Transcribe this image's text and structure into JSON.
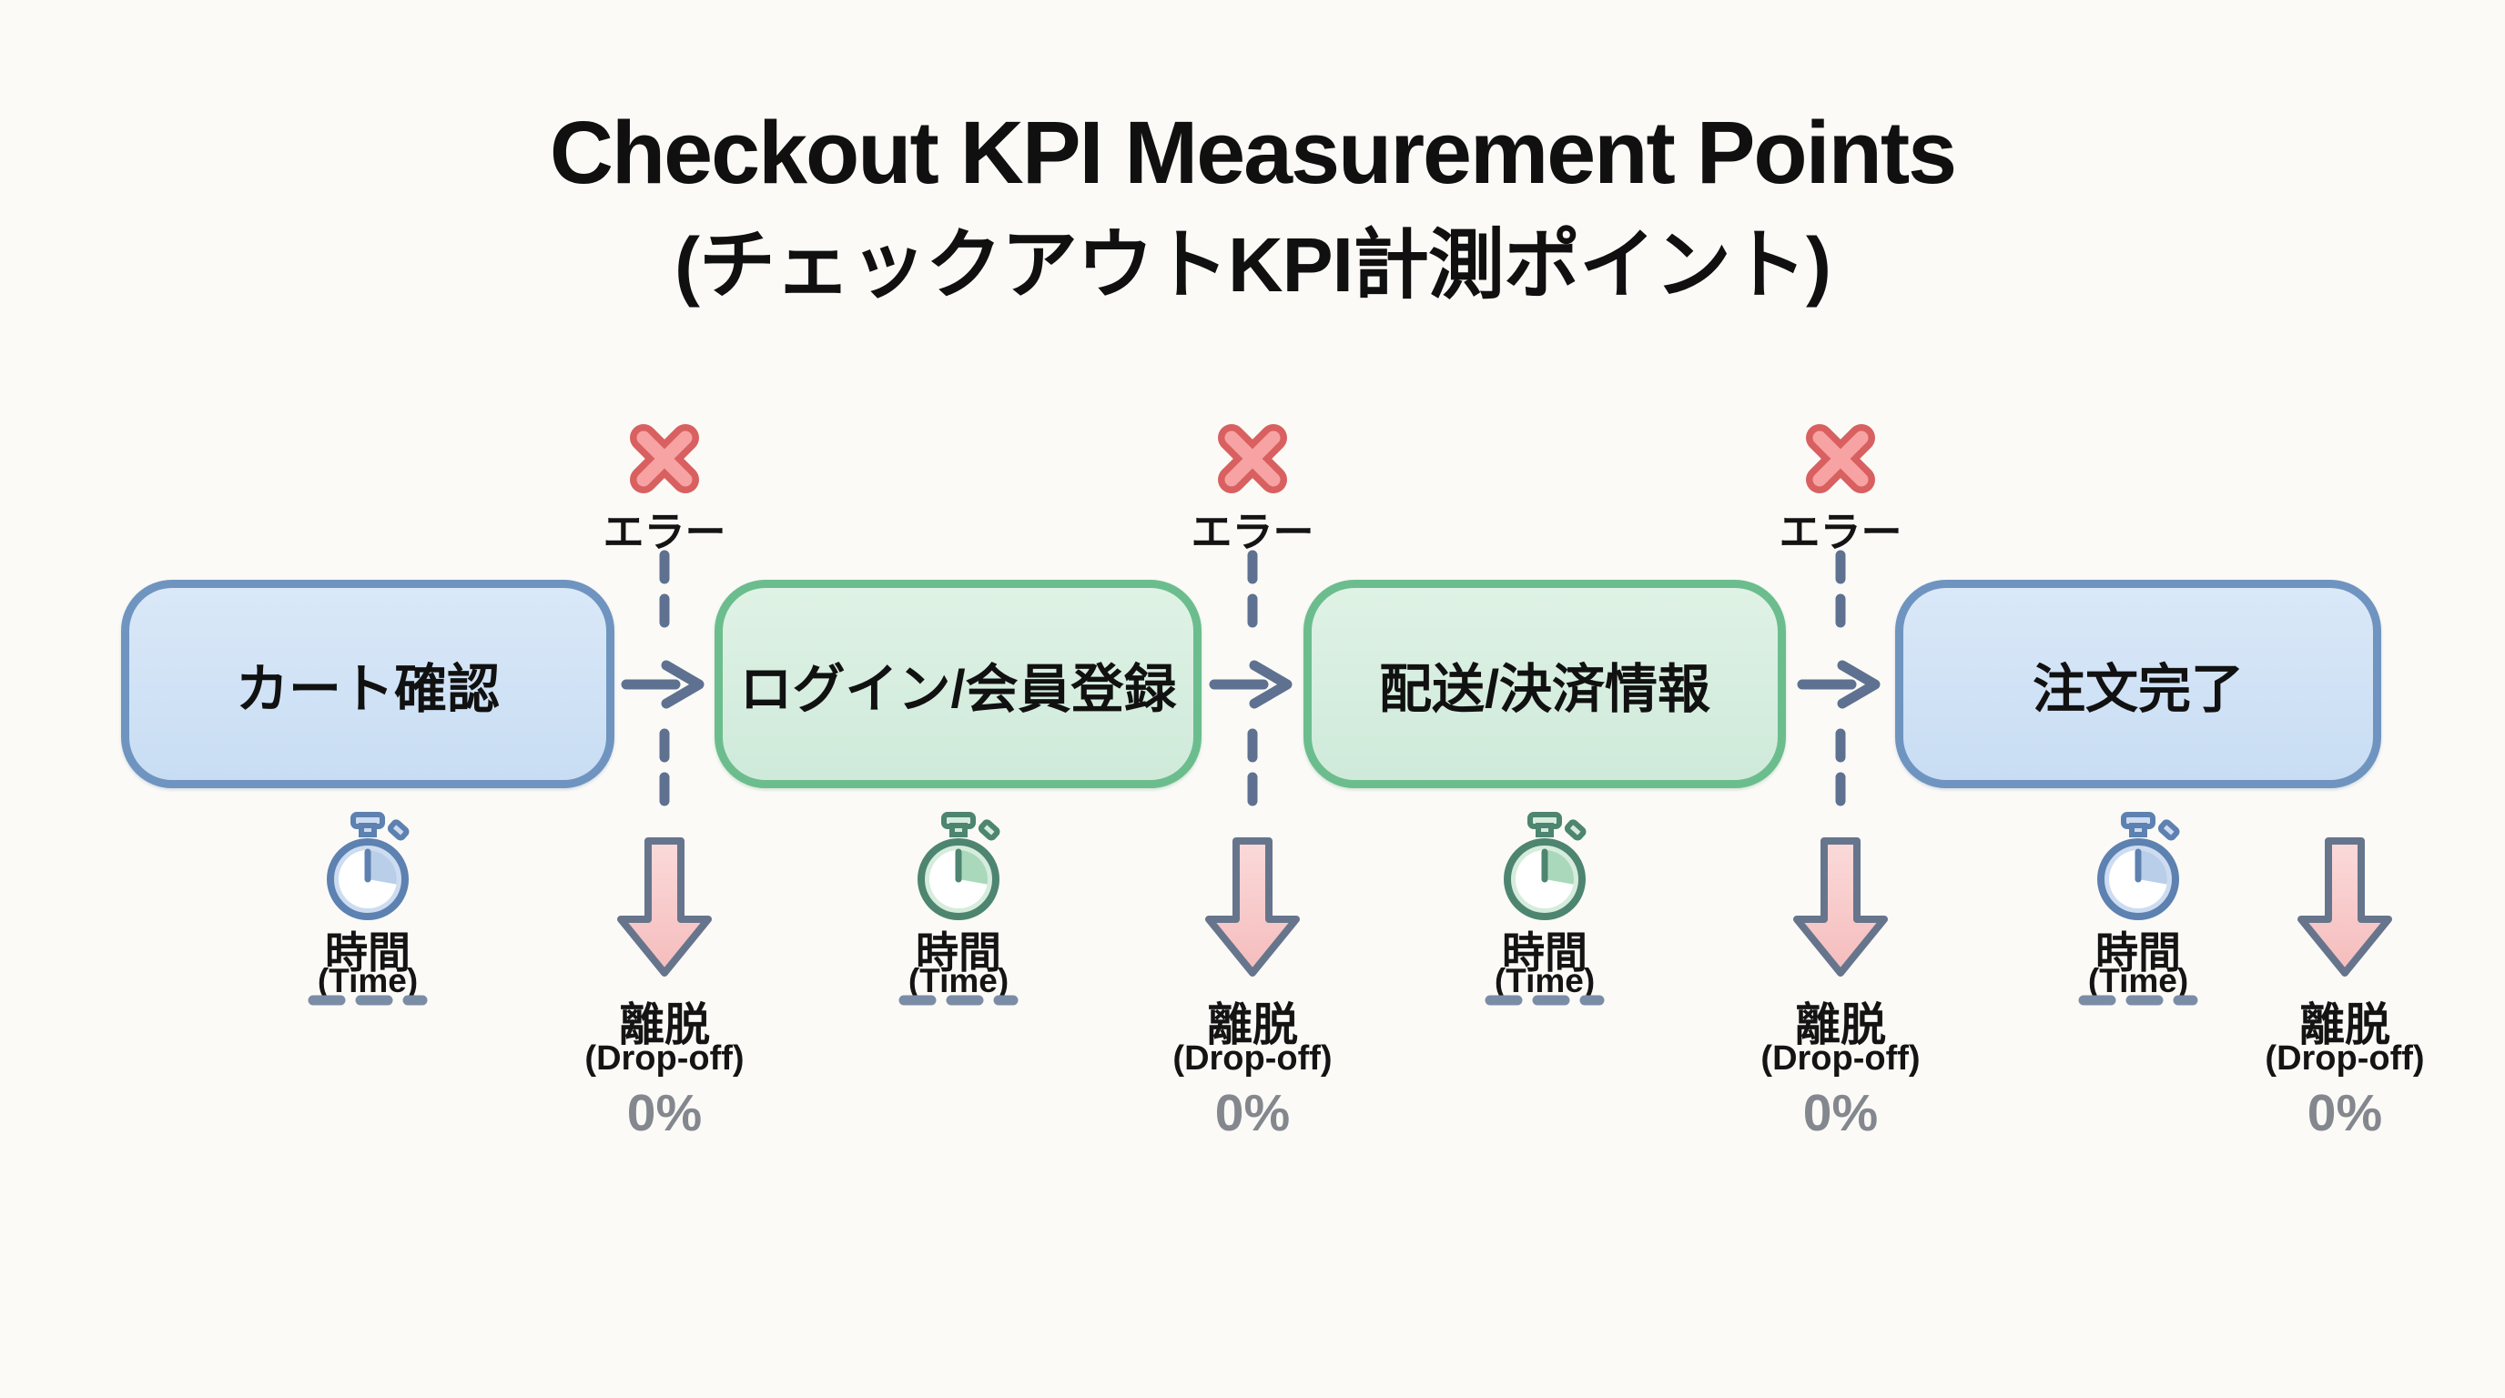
{
  "title": {
    "line1": "Checkout KPI Measurement Points",
    "line2": "(チェックアウトKPI計測ポイント)"
  },
  "steps": [
    {
      "label": "カート確認",
      "theme": "blue"
    },
    {
      "label": "ログイン/会員登録",
      "theme": "green"
    },
    {
      "label": "配送/決済情報",
      "theme": "green"
    },
    {
      "label": "注文完了",
      "theme": "blue"
    }
  ],
  "error": {
    "label": "エラー"
  },
  "time": {
    "label": "時間",
    "sub": "(Time)"
  },
  "drop": {
    "label": "離脱",
    "sub": "(Drop-off)",
    "values": [
      "0%",
      "0%",
      "0%",
      "0%"
    ]
  },
  "icons": {
    "error": "red-x-cross",
    "time": "stopwatch",
    "drop": "pink-down-arrow",
    "flow": "right-arrow"
  },
  "colors": {
    "background": "#fbfaf7",
    "blue_border": "#6f94c0",
    "blue_fill": "#cfe1f3",
    "green_border": "#6cbd8d",
    "green_fill": "#d7efdf",
    "slate_connector": "#5e7190",
    "error_red": "#d96060",
    "drop_pink": "#f5bcbc",
    "value_gray": "#84888e",
    "text": "#111111"
  }
}
